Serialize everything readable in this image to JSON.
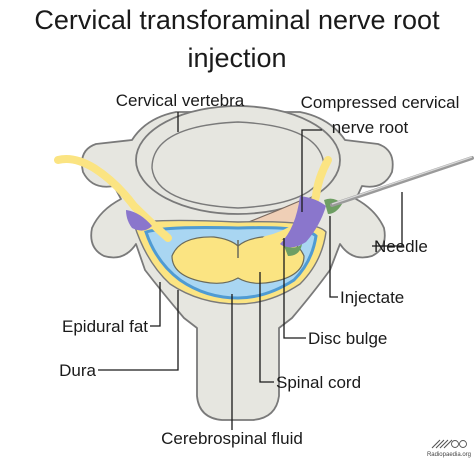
{
  "title": {
    "line1": "Cervical transforaminal nerve root",
    "line2": "injection"
  },
  "labels": {
    "cervical_vertebra": "Cervical vertebra",
    "compressed_root_line1": "Compressed cervical",
    "compressed_root_line2": "nerve root",
    "needle": "Needle",
    "injectate": "Injectate",
    "disc_bulge": "Disc bulge",
    "epidural_fat": "Epidural fat",
    "dura": "Dura",
    "spinal_cord": "Spinal cord",
    "csf": "Cerebrospinal fluid"
  },
  "watermark": {
    "site": "Radiopaedia.org"
  },
  "colors": {
    "bone": "#e6e6e0",
    "bone_stroke": "#7a7a7a",
    "cord": "#fbe482",
    "csf": "#a9d6f2",
    "dura": "#4f9bd3",
    "epidural_fat": "#fbe482",
    "nerve_root": "#fbe482",
    "disc_bulge": "#efcfb6",
    "injectate_purple": "#8a76cc",
    "injectate_green": "#6e9e63",
    "needle": "#9a9a9a"
  }
}
